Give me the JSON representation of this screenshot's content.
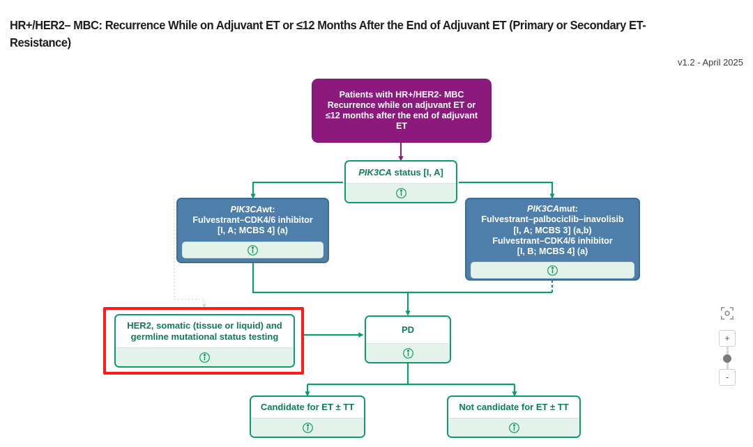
{
  "header": {
    "title": "HR+/HER2– MBC: Recurrence While on Adjuvant ET or ≤12 Months After the End of Adjuvant ET (Primary or Secondary ET-Resistance)",
    "version": "v1.2 - April 2025"
  },
  "colors": {
    "purple": "#8C1A7C",
    "blue": "#4E7FAA",
    "green": "#0D9C68",
    "green_text": "#0D7D55",
    "footer_mint": "#E4F2EC",
    "selection_red": "#FF1A1A"
  },
  "nodes": {
    "start": {
      "id": "patients-hr-her2-mbc",
      "type": "start",
      "text": "Patients with HR+/HER2- MBC Recurrence while on adjuvant ET or ≤12 months after the end of adjuvant ET",
      "lines": [
        "Patients with HR+/HER2- MBC",
        "Recurrence while on adjuvant ET or",
        "≤12 months after the end of adjuvant",
        "ET"
      ]
    },
    "pik3ca_status": {
      "id": "pik3ca-status",
      "type": "decision",
      "gene": "PIK3CA",
      "rest": " status [I, A]",
      "info": "info-icon"
    },
    "pik3ca_wt": {
      "id": "pik3ca-wt-treatment",
      "type": "treatment",
      "lines": [
        {
          "gene": "PIK3CA",
          "suffix": "wt:"
        },
        {
          "plain": "Fulvestrant–CDK4/6 inhibitor"
        },
        {
          "plain": "[I, A; MCBS 4] (a)"
        }
      ],
      "info": "info-icon"
    },
    "pik3ca_mut": {
      "id": "pik3ca-mut-treatment",
      "type": "treatment",
      "lines": [
        {
          "gene": "PIK3CA",
          "suffix": "mut:"
        },
        {
          "plain": "Fulvestrant–palbociclib–inavolisib"
        },
        {
          "plain": "[I, A; MCBS 3] (a,b)"
        },
        {
          "plain": "Fulvestrant–CDK4/6 inhibitor"
        },
        {
          "plain": "[I, B; MCBS 4] (a)"
        }
      ],
      "info": "info-icon"
    },
    "her2_testing": {
      "id": "her2-mutational-status-testing",
      "type": "test",
      "selected": true,
      "lines": [
        "HER2, somatic (tissue or liquid) and",
        "germline mutational status testing"
      ],
      "info": "info-icon"
    },
    "pd": {
      "id": "progressive-disease",
      "type": "state",
      "text": "PD",
      "info": "info-icon"
    },
    "candidate": {
      "id": "candidate-for-et-tt",
      "type": "outcome",
      "text": "Candidate for ET ± TT",
      "info": "info-icon"
    },
    "not_candidate": {
      "id": "not-candidate-for-et-tt",
      "type": "outcome",
      "text": "Not candidate for ET ± TT",
      "info": "info-icon"
    }
  },
  "zoom_controls": {
    "focus_label": "focus-icon",
    "zoom_in_label": "+",
    "zoom_out_label": "-"
  }
}
